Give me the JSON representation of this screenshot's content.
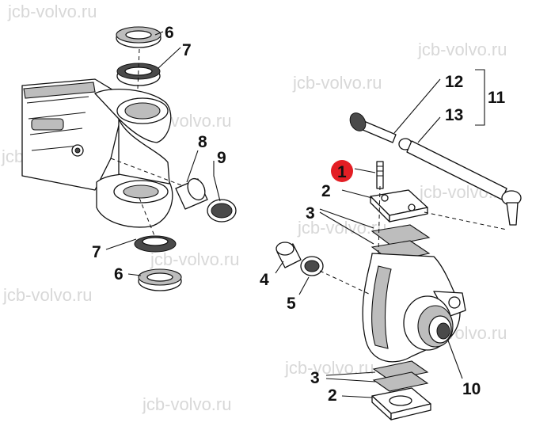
{
  "watermark": "jcb-volvo.ru",
  "callouts": {
    "n1": "1",
    "n2a": "2",
    "n2b": "2",
    "n3a": "3",
    "n3b": "3",
    "n4": "4",
    "n5": "5",
    "n6a": "6",
    "n6b": "6",
    "n7a": "7",
    "n7b": "7",
    "n8": "8",
    "n9": "9",
    "n10": "10",
    "n11": "11",
    "n12": "12",
    "n13": "13"
  },
  "highlight_color": "#e31e24"
}
